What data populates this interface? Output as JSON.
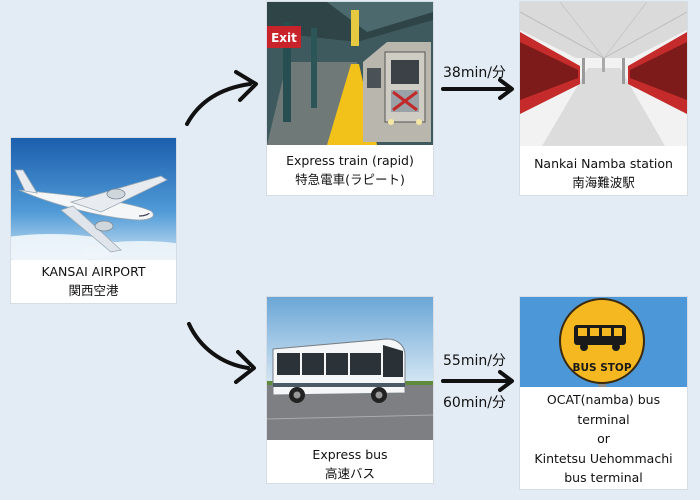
{
  "airport": {
    "line1": "KANSAI AIRPORT",
    "line2": "関西空港"
  },
  "train": {
    "line1": "Express train (rapid)",
    "line2": "特急電車(ラピート)",
    "sign": "Exit"
  },
  "namba": {
    "line1": "Nankai Namba station",
    "line2": "南海難波駅"
  },
  "bus": {
    "line1": "Express bus",
    "line2": "高速バス"
  },
  "busstop": {
    "line1": "OCAT(namba) bus",
    "line2": "terminal",
    "line3": "or",
    "line4": "Kintetsu Uehommachi",
    "line5": "bus terminal",
    "sign": "BUS STOP"
  },
  "times": {
    "train": "38min/分",
    "bus_ocat": "55min/分",
    "bus_kintetsu": "60min/分"
  },
  "colors": {
    "background": "#e3ecf4",
    "sky": "#5aa0d8",
    "rail_red": "#c62b2b",
    "platform_yellow": "#f2c21b",
    "busstop_yellow": "#f5b820"
  }
}
